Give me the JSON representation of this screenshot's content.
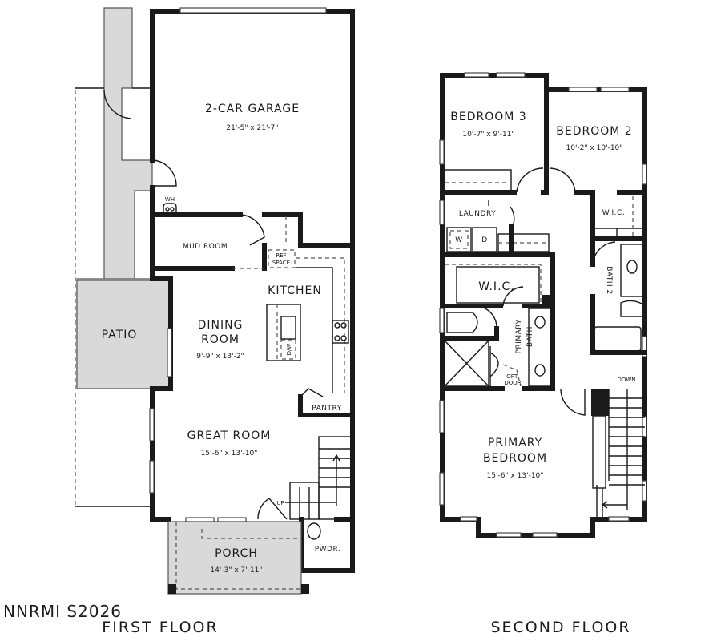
{
  "watermark": "NNRMI S2026",
  "first_floor": {
    "title": "FIRST FLOOR",
    "rooms": {
      "garage": {
        "name": "2-CAR GARAGE",
        "dims": "21'-5\" x 21'-7\""
      },
      "mud_room": {
        "name": "MUD ROOM"
      },
      "kitchen": {
        "name": "KITCHEN"
      },
      "dining": {
        "name_line1": "DINING",
        "name_line2": "ROOM",
        "dims": "9'-9\" x 13'-2\""
      },
      "patio": {
        "name": "PATIO"
      },
      "pantry": {
        "name": "PANTRY"
      },
      "great_room": {
        "name": "GREAT ROOM",
        "dims": "15'-6\" x 13'-10\""
      },
      "porch": {
        "name": "PORCH",
        "dims": "14'-3\" x 7'-11\""
      },
      "powder": {
        "name": "PWDR."
      }
    },
    "labels": {
      "water_heater": "WH",
      "ref_space_line1": "REF",
      "ref_space_line2": "SPACE",
      "dishwasher": "D/W",
      "stairs_up": "UP"
    }
  },
  "second_floor": {
    "title": "SECOND FLOOR",
    "rooms": {
      "bedroom3": {
        "name": "BEDROOM 3",
        "dims": "10'-7\" x 9'-11\""
      },
      "bedroom2": {
        "name": "BEDROOM 2",
        "dims": "10'-2\" x 10'-10\""
      },
      "laundry": {
        "name": "LAUNDRY"
      },
      "wic_secondary": {
        "name": "W.I.C."
      },
      "wic_primary": {
        "name": "W.I.C."
      },
      "bath2": {
        "name": "BATH 2"
      },
      "primary_bath": {
        "name_line1": "PRIMARY",
        "name_line2": "BATH"
      },
      "primary_bedroom": {
        "name_line1": "PRIMARY",
        "name_line2": "BEDROOM",
        "dims": "15'-6\" x 13'-10\""
      }
    },
    "labels": {
      "washer": "W",
      "dryer": "D",
      "opt_door_line1": "OPT.",
      "opt_door_line2": "DOOR",
      "stairs_down": "DOWN"
    }
  },
  "colors": {
    "wall": "#1a1a1a",
    "paved": "#d9d9d9",
    "background": "#ffffff"
  }
}
